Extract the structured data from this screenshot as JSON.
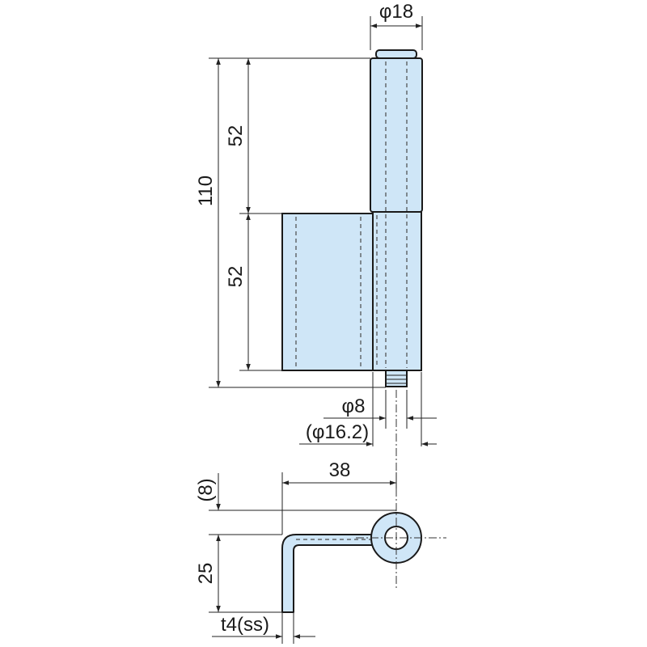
{
  "colors": {
    "part_fill": "#cfe6f7",
    "line": "#1a1a1a",
    "background": "#ffffff"
  },
  "front_view": {
    "pin_diameter_label": "φ18",
    "total_height_label": "110",
    "upper_height_label": "52",
    "lower_height_label": "52",
    "stud_diameter_label": "φ8",
    "barrel_diameter_label": "(φ16.2)"
  },
  "top_view": {
    "width_label": "38",
    "offset_label": "(8)",
    "depth_label": "25",
    "thickness_label": "t4(ss)"
  }
}
